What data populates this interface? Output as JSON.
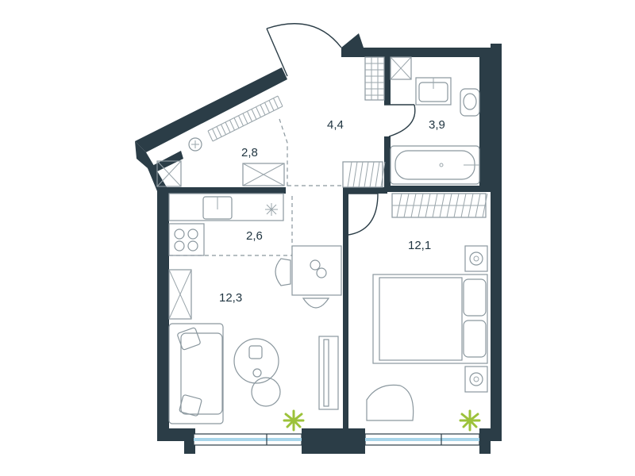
{
  "floor_plan": {
    "rooms": [
      {
        "id": "hall",
        "label": "4,4"
      },
      {
        "id": "bathroom",
        "label": "3,9"
      },
      {
        "id": "wardrobe",
        "label": "2,8"
      },
      {
        "id": "kitchen",
        "label": "2,6"
      },
      {
        "id": "bedroom",
        "label": "12,1"
      },
      {
        "id": "living-room",
        "label": "12,3"
      }
    ]
  },
  "colors": {
    "wall": "#2b3d47",
    "furniture_stroke": "#8a979e",
    "plant": "#9cc23a",
    "window": "#a8d5ea"
  }
}
